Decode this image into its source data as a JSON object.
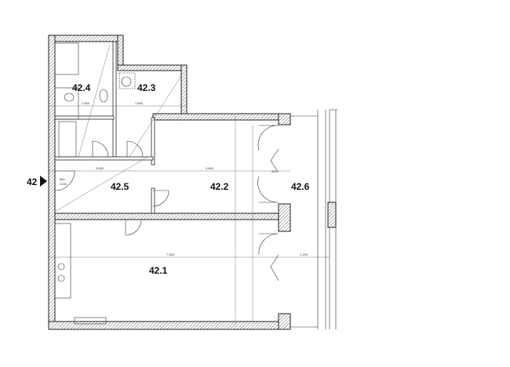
{
  "plan": {
    "apartment_marker": "42",
    "rooms": [
      {
        "id": "42.1"
      },
      {
        "id": "42.2"
      },
      {
        "id": "42.3"
      },
      {
        "id": "42.4"
      },
      {
        "id": "42.5"
      },
      {
        "id": "42.6"
      }
    ],
    "dimensions": [
      "4.840",
      "7.660",
      "1.200",
      "3.600",
      "1.550",
      "1.500",
      "800",
      "2100",
      "400"
    ],
    "colors": {
      "lines": "#222222",
      "background": "#ffffff"
    }
  }
}
